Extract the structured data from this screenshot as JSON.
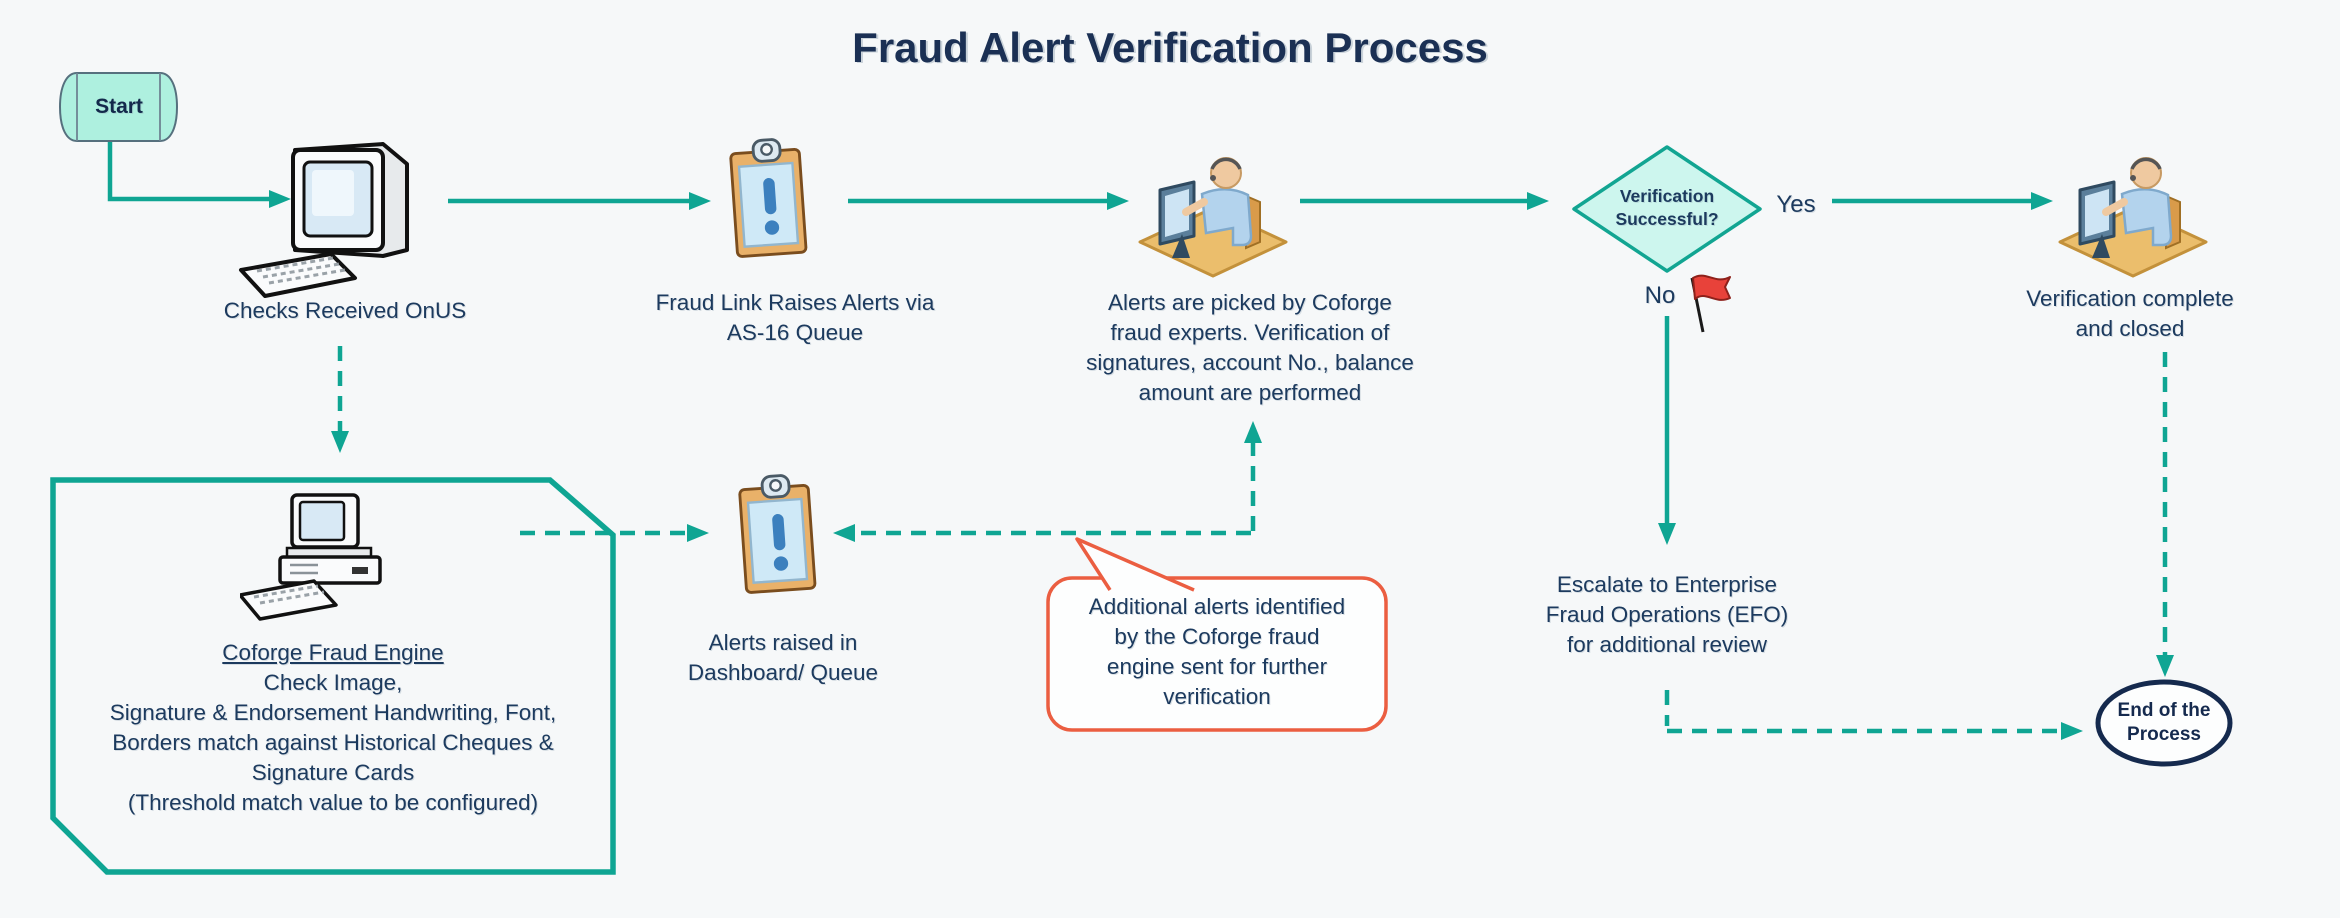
{
  "title": "Fraud Alert Verification Process",
  "colors": {
    "background": "#F6F8F9",
    "teal_connector": "#0FA593",
    "navy_text": "#1C3A5E",
    "start_fill": "#AEF0DF",
    "decision_fill": "#CDF6EE",
    "callout_border": "#EB5E41",
    "end_border": "#152A4E",
    "flag_red": "#E8423A"
  },
  "nodes": {
    "start": {
      "label": "Start"
    },
    "checks_received": {
      "label": "Checks Received OnUS"
    },
    "fraud_link": {
      "lines": [
        "Fraud Link Raises Alerts via",
        "AS-16 Queue"
      ]
    },
    "alerts_picked": {
      "lines": [
        "Alerts are picked by Coforge",
        "fraud experts. Verification of",
        "signatures, account No., balance",
        "amount are performed"
      ]
    },
    "decision": {
      "lines": [
        "Verification",
        "Successful?"
      ]
    },
    "verification_complete": {
      "lines": [
        "Verification complete",
        "and closed"
      ]
    },
    "escalate": {
      "lines": [
        "Escalate to Enterprise",
        "Fraud Operations (EFO)",
        "for additional review"
      ]
    },
    "end": {
      "lines": [
        "End of the",
        "Process"
      ]
    },
    "fraud_engine": {
      "lines": [
        "Coforge Fraud Engine",
        "Check Image,",
        "Signature & Endorsement Handwriting, Font,",
        "Borders match against Historical Cheques &",
        "Signature Cards",
        "(Threshold match value to be configured)"
      ]
    },
    "alerts_raised": {
      "lines": [
        "Alerts raised in",
        "Dashboard/ Queue"
      ]
    },
    "callout": {
      "lines": [
        "Additional alerts identified",
        "by the Coforge fraud",
        "engine sent for further",
        "verification"
      ]
    }
  },
  "edges": {
    "yes_label": "Yes",
    "no_label": "No"
  },
  "icons": {
    "crt_computer": "crt-computer-icon",
    "desktop_computer": "desktop-computer-icon",
    "clipboard_alert": "clipboard-alert-icon",
    "analyst_at_desk": "analyst-at-desk-icon",
    "red_flag": "red-flag-icon"
  }
}
